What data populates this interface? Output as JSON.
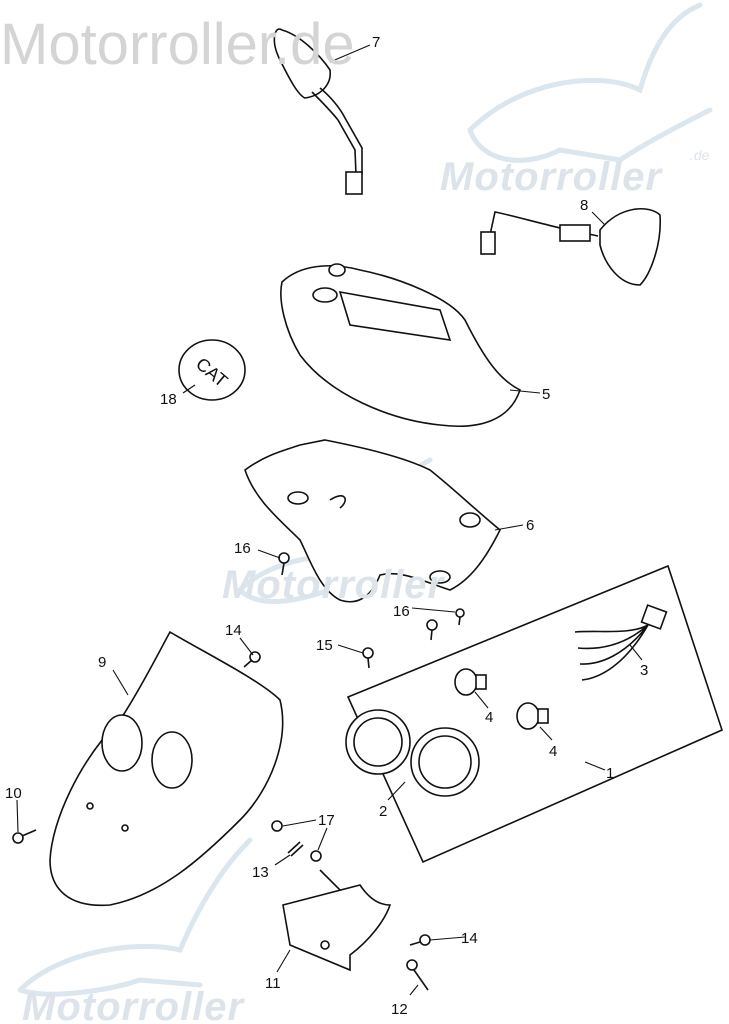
{
  "watermarks": {
    "top": "Motorroller.de",
    "brand": "Motorroller",
    "brand_suffix": ".de"
  },
  "sticker_text": "CAT",
  "part_labels": {
    "p1": "1",
    "p2": "2",
    "p3": "3",
    "p4a": "4",
    "p4b": "4",
    "p5": "5",
    "p6": "6",
    "p7": "7",
    "p8": "8",
    "p9": "9",
    "p10": "10",
    "p11": "11",
    "p12": "12",
    "p13": "13",
    "p14a": "14",
    "p14b": "14",
    "p15": "15",
    "p16a": "16",
    "p16b": "16",
    "p17": "17",
    "p18": "18"
  },
  "colors": {
    "line": "#111111",
    "watermark_gray": "#d4d4d4",
    "watermark_blue": "#dde3ea"
  }
}
